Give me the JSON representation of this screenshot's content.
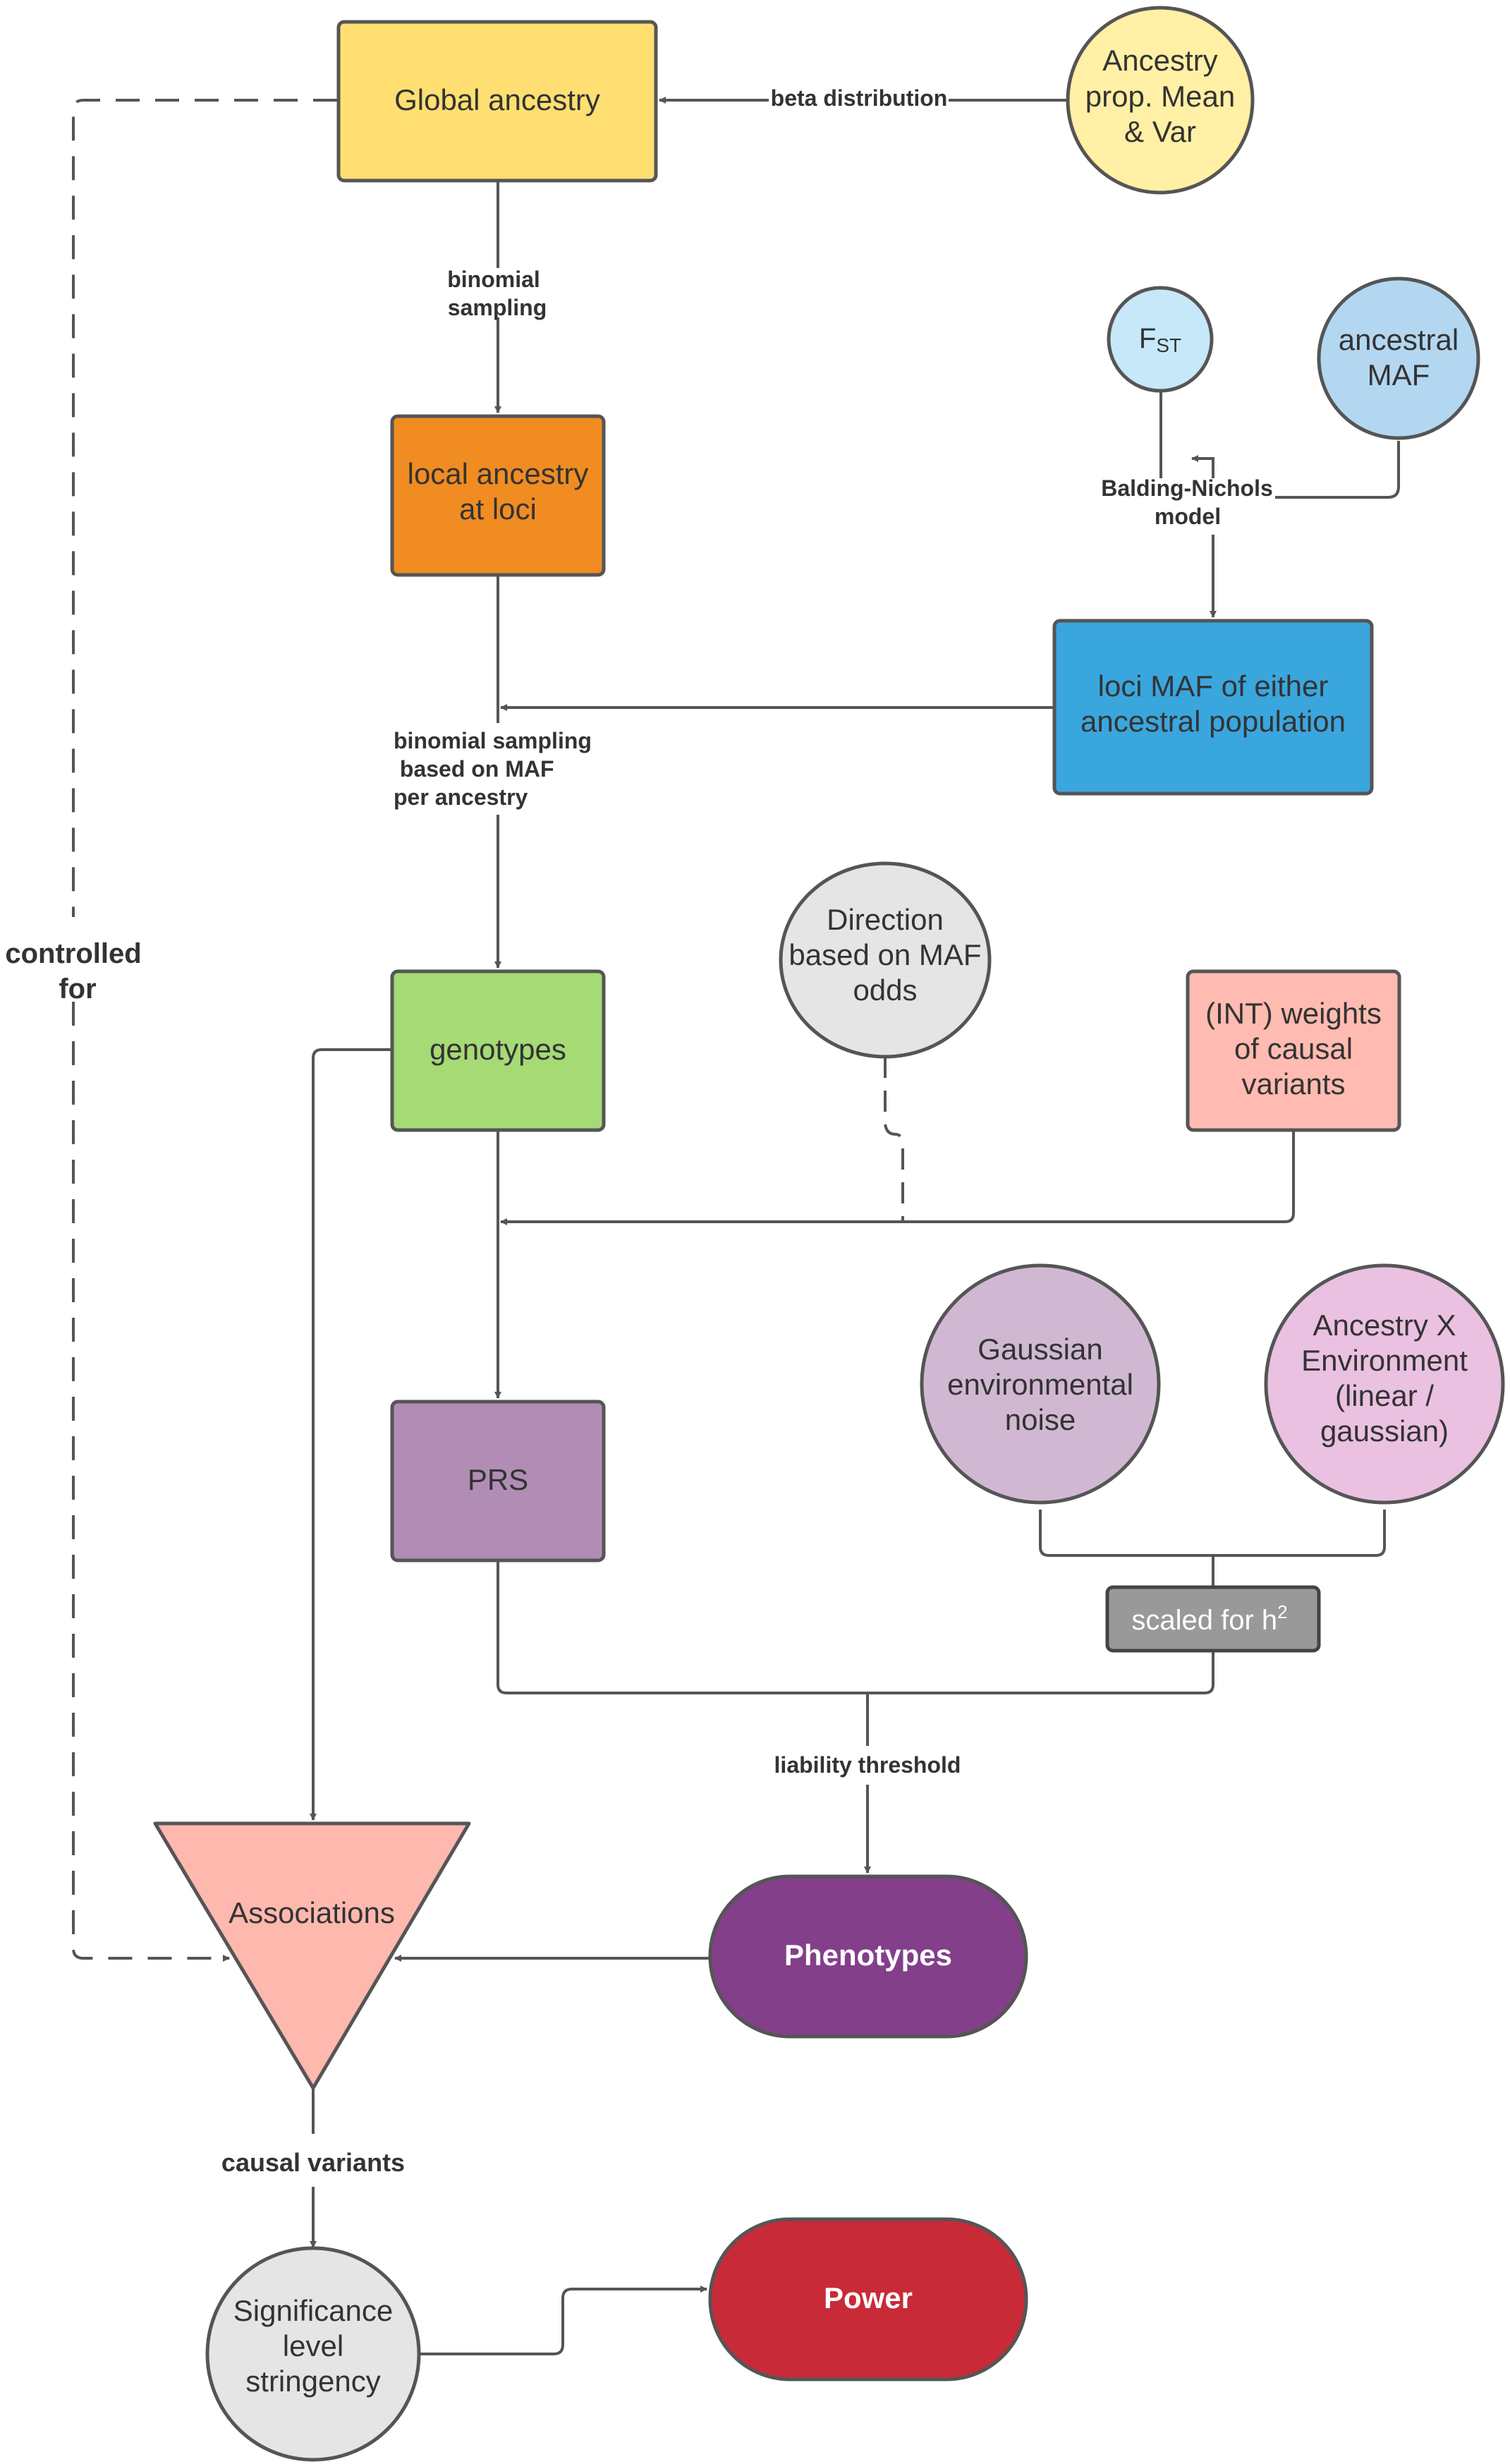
{
  "nodes": {
    "global_ancestry": {
      "label": "Global ancestry",
      "color": "#FFDF71"
    },
    "ancestry_prop": {
      "lines": [
        "Ancestry",
        "prop. Mean",
        "& Var"
      ],
      "color": "#FFF0A5"
    },
    "fst": {
      "main": "F",
      "sub": "ST",
      "color": "#C7E8F8"
    },
    "ancestral_maf": {
      "lines": [
        "ancestral",
        "MAF"
      ],
      "color": "#B3D7F0"
    },
    "local_ancestry": {
      "lines": [
        "local ancestry",
        "at loci"
      ],
      "color": "#F08C22"
    },
    "loci_maf": {
      "lines": [
        "loci MAF of either",
        "ancestral population"
      ],
      "color": "#3AA6DE"
    },
    "direction": {
      "lines": [
        "Direction",
        "based on MAF",
        "odds"
      ],
      "color": "#E5E5E5"
    },
    "genotypes": {
      "label": "genotypes",
      "color": "#A5DA75"
    },
    "int_weights": {
      "lines": [
        "(INT) weights",
        "of causal",
        "variants"
      ],
      "color": "#FFBBB1"
    },
    "gaussian_noise": {
      "lines": [
        "Gaussian",
        "environmental",
        "noise"
      ],
      "color": "#D1B8D2"
    },
    "ancestry_env": {
      "lines": [
        "Ancestry X",
        "Environment",
        "(linear /",
        "gaussian)"
      ],
      "color": "#EAC1E1"
    },
    "prs": {
      "label": "PRS",
      "color": "#B18DB6"
    },
    "scaled": {
      "main": "scaled for h",
      "sup": "2",
      "color": "#999999"
    },
    "associations": {
      "label": "Associations",
      "color": "#FFB8AE"
    },
    "phenotypes": {
      "label": "Phenotypes",
      "color": "#833F8A"
    },
    "significance": {
      "lines": [
        "Significance",
        "level",
        "stringency"
      ],
      "color": "#E5E5E5"
    },
    "power": {
      "label": "Power",
      "color": "#C92A38"
    }
  },
  "edge_labels": {
    "beta": "beta distribution",
    "binomial": [
      "binomial",
      "sampling"
    ],
    "balding": [
      "Balding-Nichols",
      "model"
    ],
    "binomial_maf": [
      "binomial sampling",
      " based on MAF",
      "per ancestry"
    ],
    "controlled": [
      "controlled",
      "for"
    ],
    "liability": "liability threshold",
    "causal": "causal variants"
  },
  "colors": {
    "line": "#555555",
    "stroke": "#555555"
  }
}
